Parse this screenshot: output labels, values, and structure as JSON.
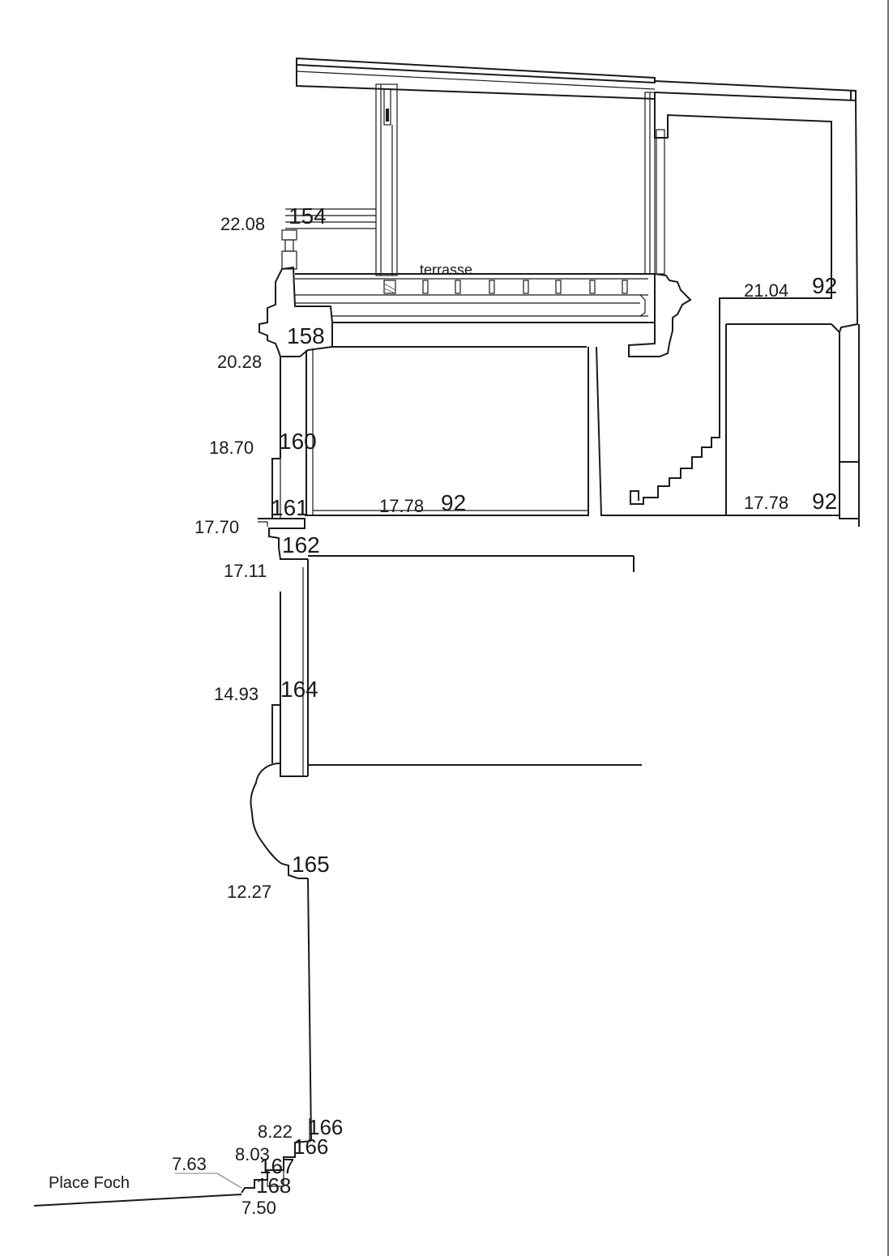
{
  "labels": {
    "terrasse": "terrasse",
    "place": "Place Foch"
  },
  "elevations": {
    "e2208": "22.08",
    "e2028": "20.28",
    "e2104": "21.04",
    "e1870": "18.70",
    "e1778a": "17.78",
    "e1778b": "17.78",
    "e1770": "17.70",
    "e1711": "17.11",
    "e1493": "14.93",
    "e1227": "12.27",
    "e822": "8.22",
    "e803": "8.03",
    "e763": "7.63",
    "e750": "7.50"
  },
  "refs": {
    "r154": "154",
    "r158": "158",
    "r160": "160",
    "r161": "161",
    "r162": "162",
    "r164": "164",
    "r165": "165",
    "r166a": "166",
    "r166b": "166",
    "r167": "167",
    "r168": "168",
    "r92a": "92",
    "r92b": "92",
    "r92c": "92"
  }
}
